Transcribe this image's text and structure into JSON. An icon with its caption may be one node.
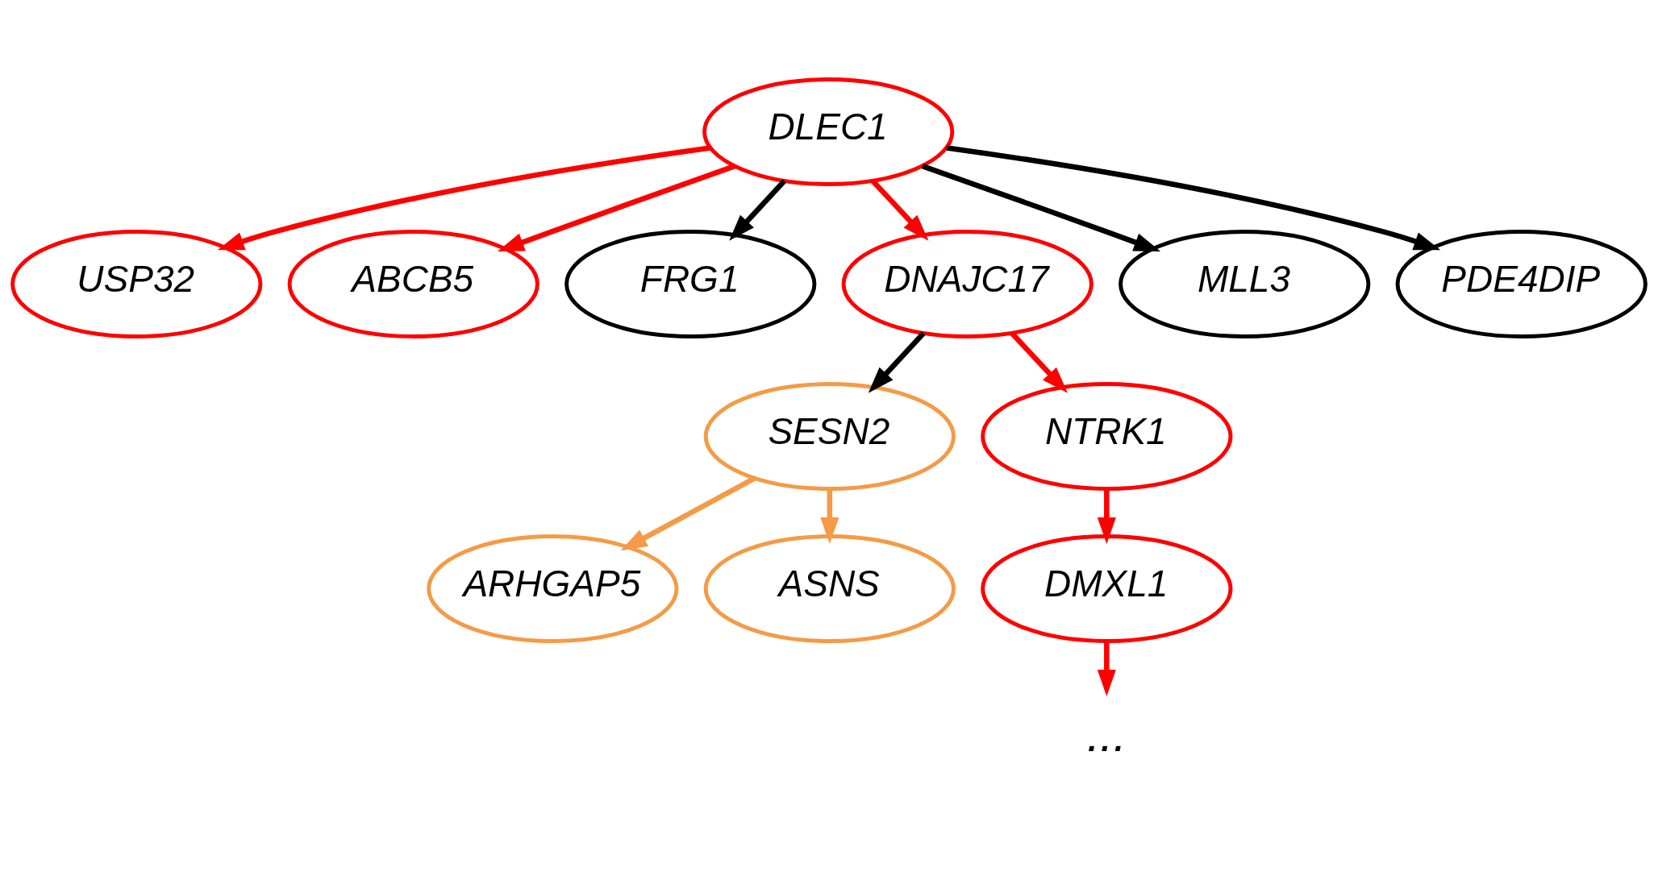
{
  "diagram": {
    "nodes": [
      {
        "text": [
          "DLEC1"
        ]
      },
      {
        "text": [
          "USP32"
        ]
      },
      {
        "text": [
          "ABCB5"
        ]
      },
      {
        "text": [
          "FRG1"
        ]
      },
      {
        "text": [
          "DNAJC17"
        ]
      },
      {
        "text": [
          "MLL3"
        ]
      },
      {
        "text": [
          "PDE4DIP"
        ]
      },
      {
        "text": [
          "SESN2"
        ]
      },
      {
        "text": [
          "NTRK1"
        ]
      },
      {
        "text": [
          "ARHGAP5"
        ]
      },
      {
        "text": [
          "ASNS"
        ]
      },
      {
        "text": [
          "DMXL1"
        ]
      },
      {
        "text": [
          "..."
        ]
      }
    ],
    "edges": [
      {
        "from": 0,
        "to": 1,
        "arrow": "to"
      },
      {
        "from": 0,
        "to": 2,
        "arrow": "to"
      },
      {
        "from": 0,
        "to": 3,
        "arrow": "to",
        "color": "#000000"
      },
      {
        "from": 0,
        "to": 4,
        "arrow": "to"
      },
      {
        "from": 0,
        "to": 6,
        "arrow": "to",
        "color": "#000000"
      },
      {
        "from": 0,
        "to": 5,
        "arrow": "to",
        "color": "#000000"
      },
      {
        "from": 4,
        "to": 7,
        "arrow": "to",
        "color": "#000000"
      },
      {
        "from": 4,
        "to": 8,
        "arrow": "to"
      },
      {
        "from": 7,
        "to": 9,
        "arrow": "to",
        "color": "#f59a45"
      },
      {
        "from": 7,
        "to": 10,
        "arrow": "to",
        "color": "#f59a45"
      },
      {
        "from": 8,
        "to": 11,
        "arrow": "to"
      },
      {
        "from": 11,
        "to": 12,
        "arrow": "to"
      }
    ]
  }
}
